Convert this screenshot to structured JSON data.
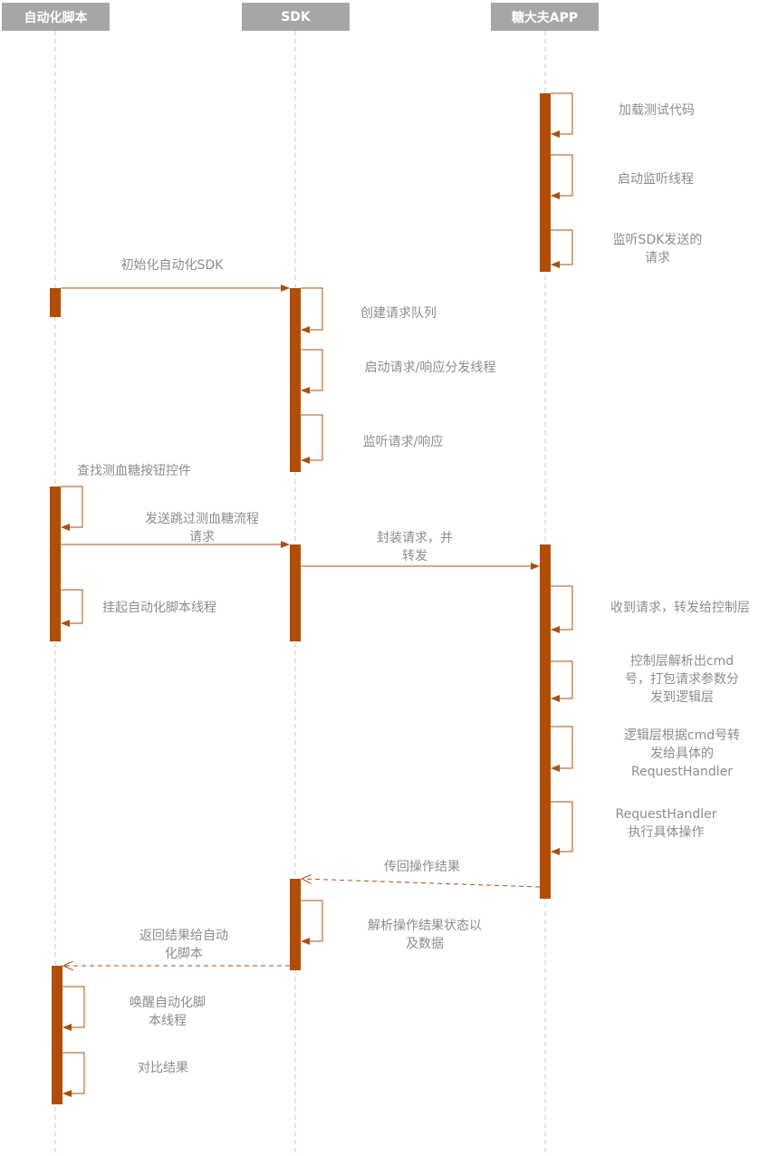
{
  "actors": {
    "script": "自动化脚本",
    "sdk": "SDK",
    "app": "糖大夫APP"
  },
  "colors": {
    "activation": "#b04e08",
    "arrow": "#a85010",
    "lifeline": "#c8c8c8",
    "actor_bg": "#a6a6a6",
    "label": "#8c8c8c"
  },
  "labels": {
    "load_test_code": "加载测试代码",
    "start_listen_thread": "启动监听线程",
    "listen_sdk_request_1": "监听SDK发送的",
    "listen_sdk_request_2": "请求",
    "init_sdk": "初始化自动化SDK",
    "create_queue": "创建请求队列",
    "start_dispatch_thread": "启动请求/响应分发线程",
    "listen_req_resp": "监听请求/响应",
    "find_control": "查找测血糖按钮控件",
    "send_skip_1": "发送跳过测血糖流程",
    "send_skip_2": "请求",
    "wrap_forward_1": "封装请求，并",
    "wrap_forward_2": "转发",
    "suspend_thread": "挂起自动化脚本线程",
    "receive_forward": "收到请求，转发给控制层",
    "parse_cmd_1": "控制层解析出cmd",
    "parse_cmd_2": "号，打包请求参数分",
    "parse_cmd_3": "发到逻辑层",
    "logic_forward_1": "逻辑层根据cmd号转",
    "logic_forward_2": "发给具体的",
    "logic_forward_3": "RequestHandler",
    "exec_op_1": "RequestHandler",
    "exec_op_2": "执行具体操作",
    "return_result": "传回操作结果",
    "parse_result_1": "解析操作结果状态以",
    "parse_result_2": "及数据",
    "return_to_script_1": "返回结果给自动",
    "return_to_script_2": "化脚本",
    "wake_thread_1": "唤醒自动化脚",
    "wake_thread_2": "本线程",
    "compare_result": "对比结果"
  }
}
